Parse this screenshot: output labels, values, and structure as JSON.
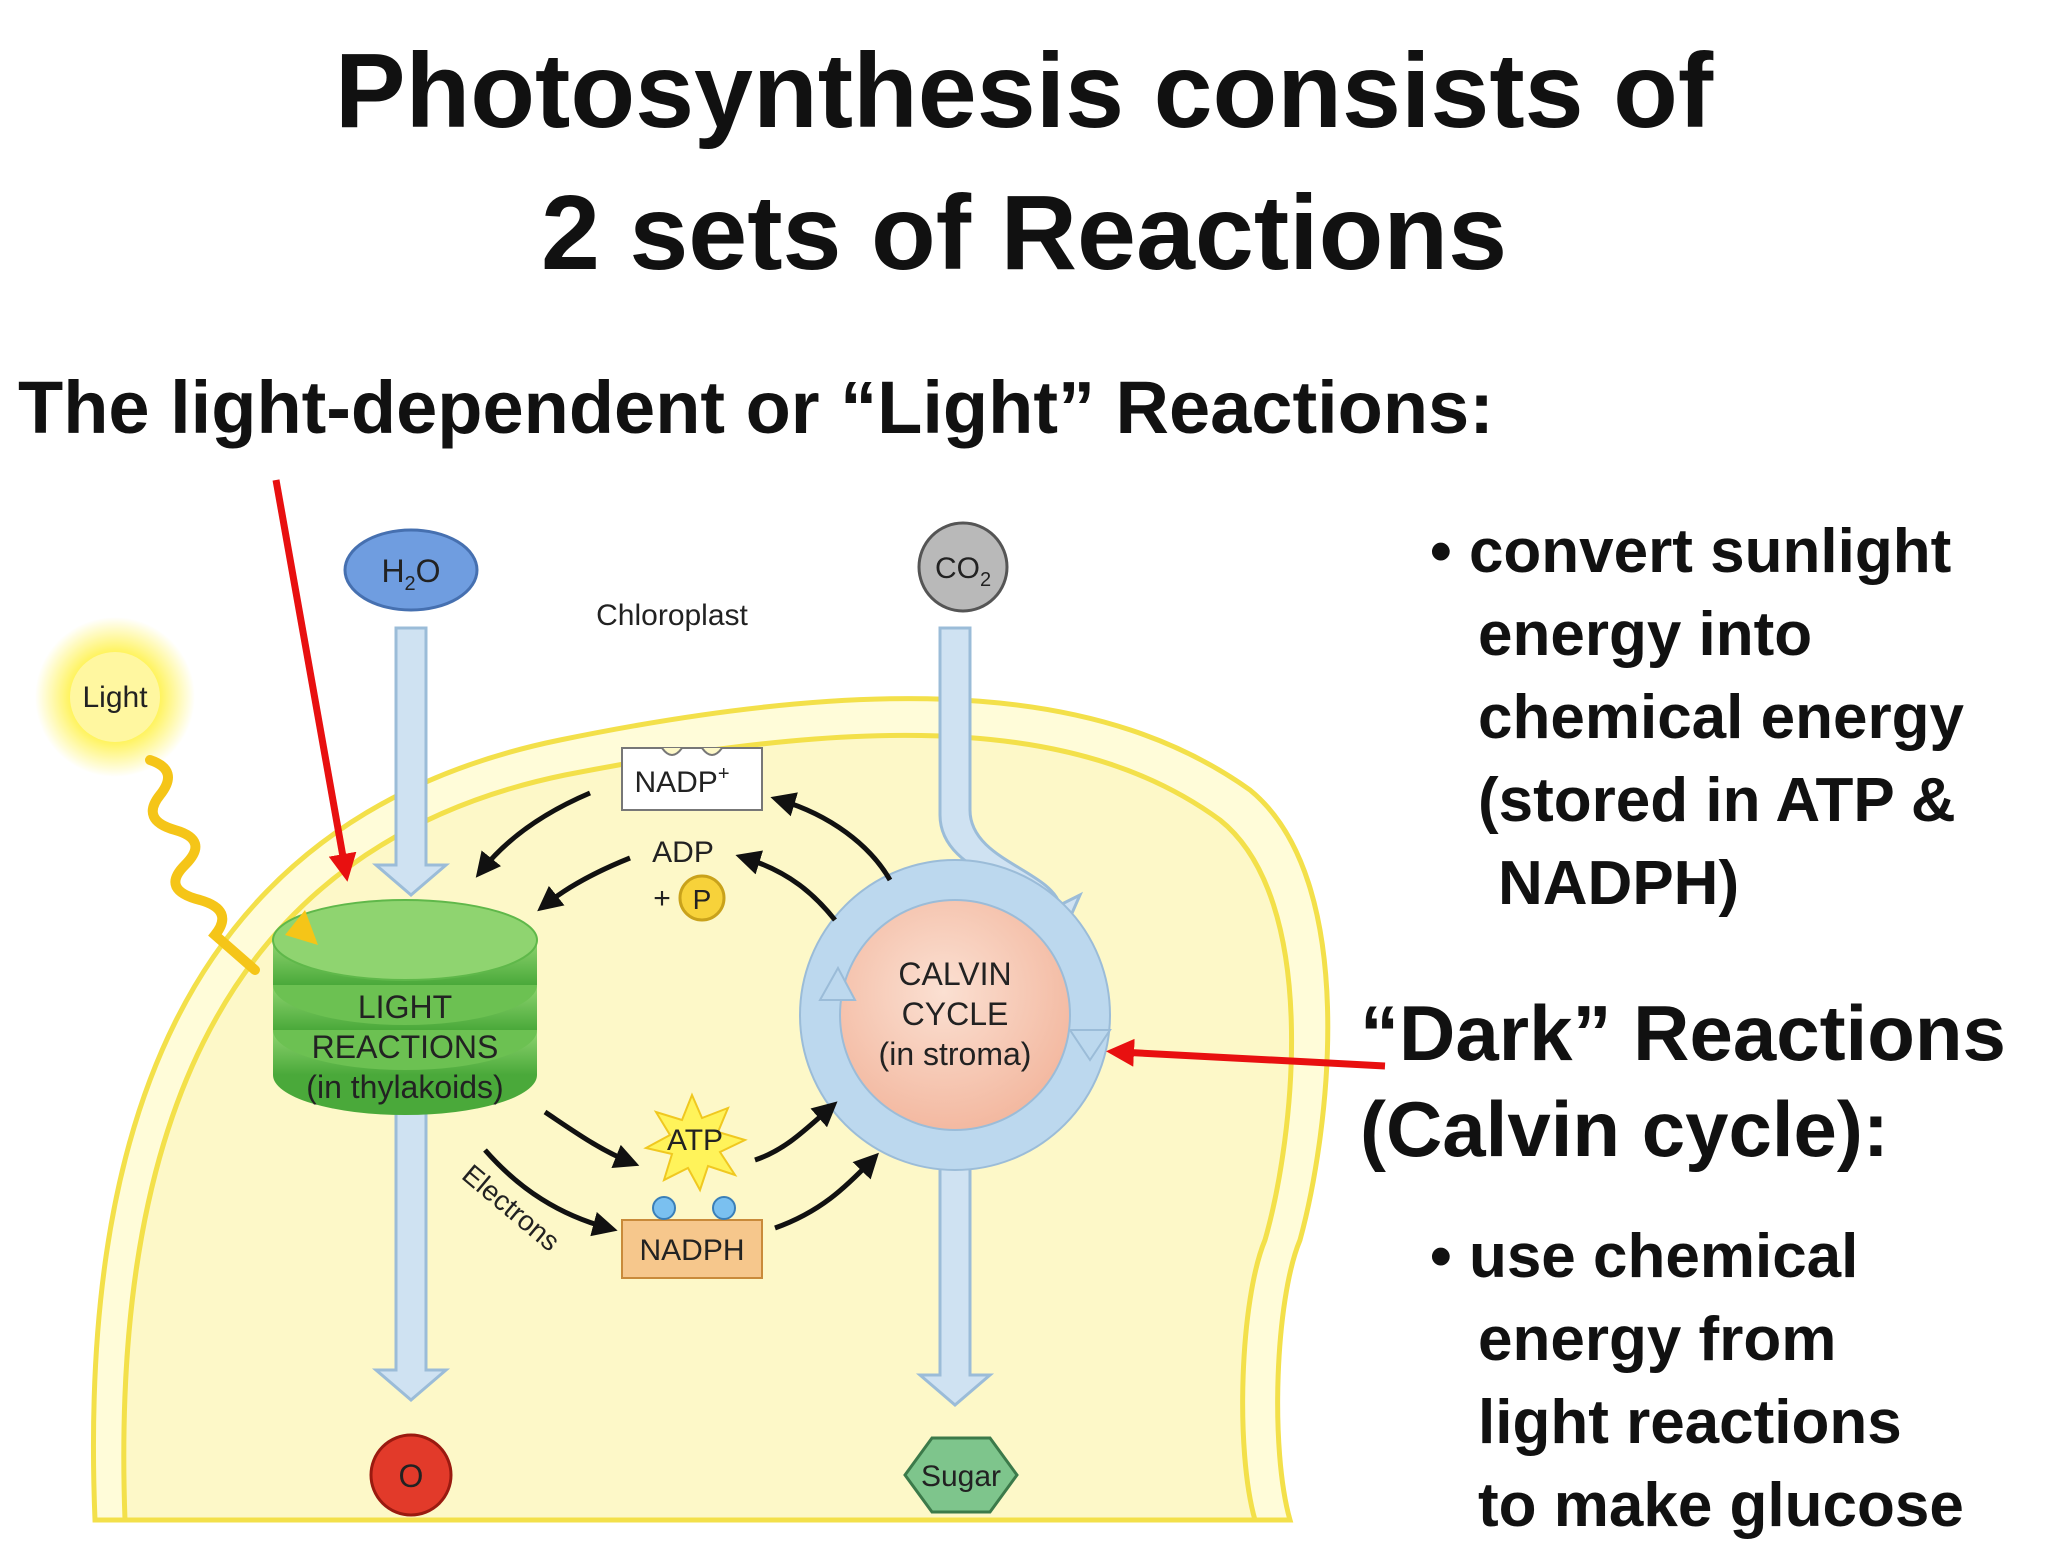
{
  "title": {
    "line1": "Photosynthesis consists of",
    "line2": "2 sets of Reactions"
  },
  "subtitle": "The light-dependent or “Light” Reactions:",
  "light_bullet": {
    "bullet": "•",
    "lines": [
      "convert sunlight",
      "energy into",
      "chemical energy",
      "(stored in ATP &",
      "NADPH)"
    ]
  },
  "dark_heading": {
    "line1": "“Dark” Reactions",
    "line2": "(Calvin cycle):"
  },
  "dark_bullet": {
    "bullet": "•",
    "lines": [
      "use chemical",
      "energy from",
      "light reactions",
      "to make glucose"
    ]
  },
  "diagram": {
    "h2o": "H",
    "h2o_sub": "2",
    "h2o_end": "O",
    "co2": "CO",
    "co2_sub": "2",
    "chloroplast": "Chloroplast",
    "light": "Light",
    "nadp": "NADP",
    "nadp_sup": "+",
    "adp": "ADP",
    "plus": "+",
    "p": "P",
    "light_reactions": [
      "LIGHT",
      "REACTIONS",
      "(in thylakoids)"
    ],
    "calvin_cycle": [
      "CALVIN",
      "CYCLE",
      "(in stroma)"
    ],
    "atp": "ATP",
    "electrons": "Electrons",
    "nadph": "NADPH",
    "oxygen": "O",
    "sugar": "Sugar"
  },
  "colors": {
    "pointer_arrow": "#e81010",
    "stroma": "#fdf8c8",
    "membrane": "#f3e04a",
    "thylakoid": "#5fb84a",
    "calvin_ring": "#bcd8ee",
    "calvin_core": "#f6c9b5",
    "flow_arrow": "#cfe2f2"
  }
}
